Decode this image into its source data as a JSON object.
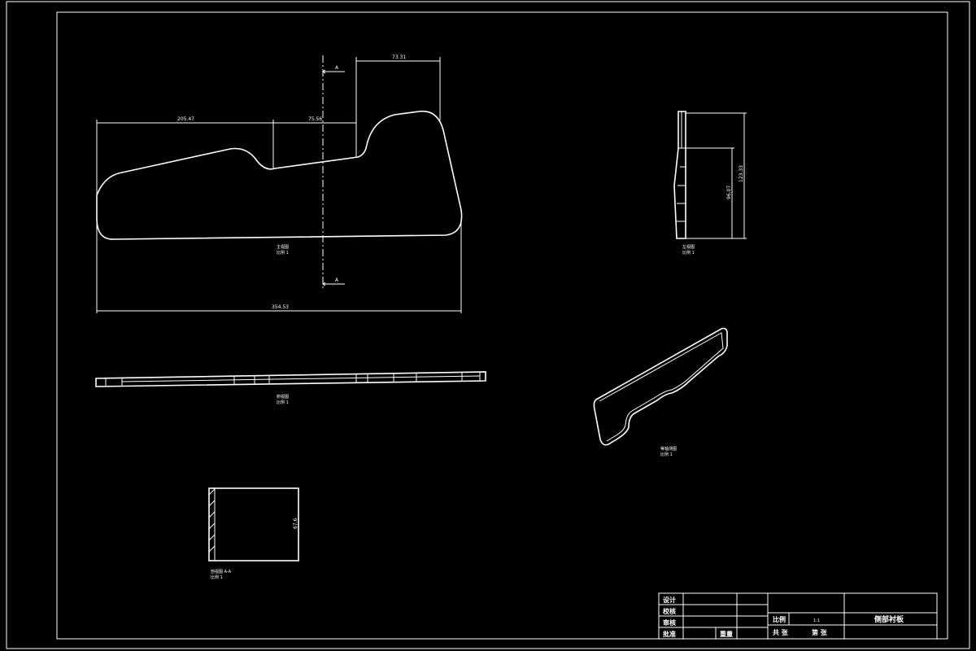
{
  "main_view": {
    "dims": {
      "left_length": "205.47",
      "middle_length": "75.56",
      "top_length": "73.31",
      "overall_length": "354.53"
    },
    "section_label": "A",
    "caption": {
      "line1": "主视图",
      "line2": "比例 1"
    }
  },
  "side_view": {
    "dims": {
      "inner_height": "96.07",
      "outer_height": "123.33"
    },
    "caption": {
      "line1": "左视图",
      "line2": "比例 1"
    }
  },
  "bottom_view": {
    "caption": {
      "line1": "俯视图",
      "line2": "比例 1"
    }
  },
  "iso_view": {
    "caption": {
      "line1": "等轴测图",
      "line2": "比例 1"
    }
  },
  "section_view": {
    "dim": "67.6",
    "caption": {
      "line1": "剖视图 A-A",
      "line2": "比例 1"
    }
  },
  "title_block": {
    "roles": [
      "设计",
      "校核",
      "审核",
      "批准"
    ],
    "scale_label": "比例",
    "scale_value": "1:1",
    "title": "侧部衬板",
    "sheet_total": "共  张",
    "sheet_no": "第  张",
    "mass_label": "重量"
  }
}
